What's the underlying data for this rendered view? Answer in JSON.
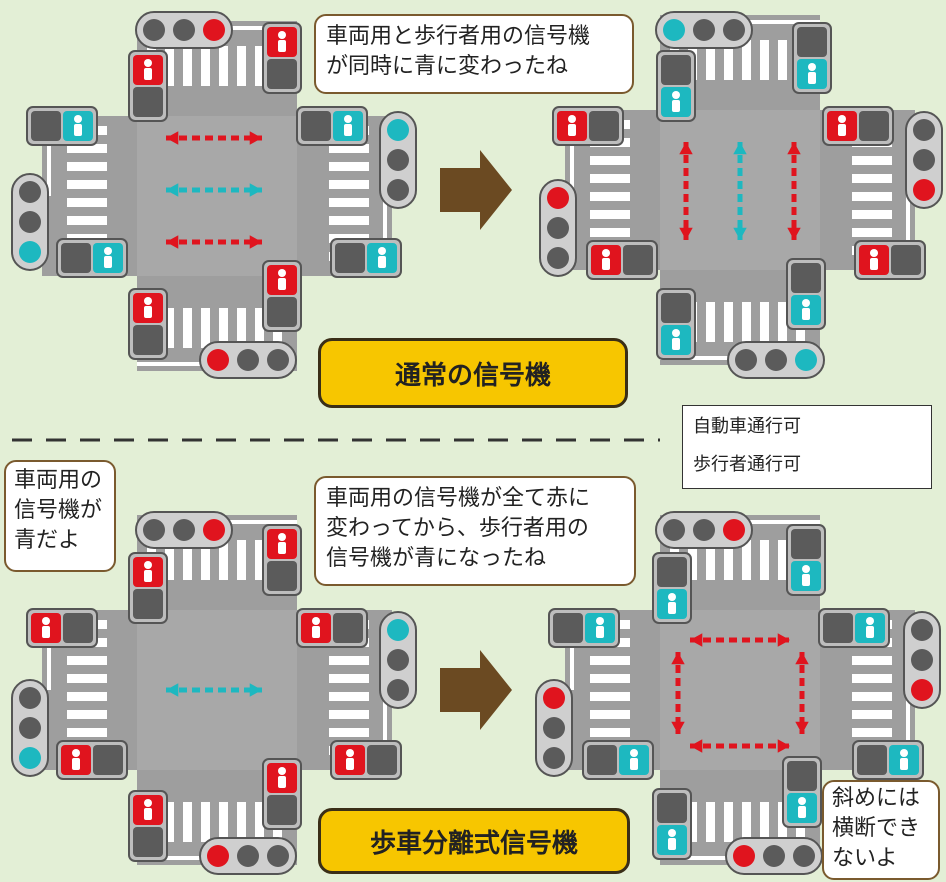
{
  "legend": {
    "vehicle_label": "自動車通行可",
    "pedestrian_label": "歩行者通行可",
    "vehicle_color": "#22a040",
    "pedestrian_color": "#e0202a"
  },
  "top_section": {
    "title": "通常の信号機",
    "bubble": "車両用と歩行者用の信号機\nが同時に青に変わったね"
  },
  "bottom_section": {
    "title": "歩車分離式信号機",
    "bubble_left": "車両用の\n信号機が\n青だよ",
    "bubble_main": "車両用の信号機が全て赤に\n変わってから、歩行者用の\n信号機が青になったね",
    "bubble_right": "斜めには\n横断でき\nないよ"
  },
  "colors": {
    "signal_red": "#e0141e",
    "signal_green": "#1db8c0",
    "signal_off": "#5b5b5b",
    "road": "#9e9e9e",
    "arrow_brown": "#6b4a22"
  }
}
